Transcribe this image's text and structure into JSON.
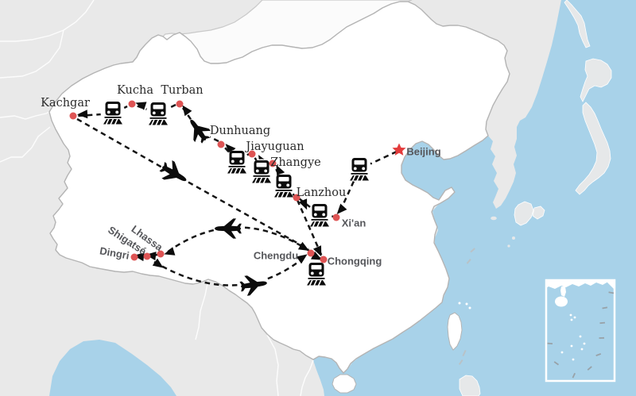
{
  "map": {
    "region": "China travel itinerary map",
    "cities": [
      {
        "name": "Beijing",
        "marker": "star"
      },
      {
        "name": "Xi'an",
        "marker": "dot"
      },
      {
        "name": "Lanzhou",
        "marker": "dot"
      },
      {
        "name": "Zhangye",
        "marker": "dot"
      },
      {
        "name": "Jiayuguan",
        "marker": "dot"
      },
      {
        "name": "Dunhuang",
        "marker": "dot"
      },
      {
        "name": "Turban",
        "marker": "dot"
      },
      {
        "name": "Kucha",
        "marker": "dot"
      },
      {
        "name": "Kachgar",
        "marker": "dot"
      },
      {
        "name": "Chengdu",
        "marker": "dot"
      },
      {
        "name": "Chongqing",
        "marker": "dot"
      },
      {
        "name": "Lhassa",
        "marker": "dot"
      },
      {
        "name": "Shigatsé",
        "marker": "dot"
      },
      {
        "name": "Dingri",
        "marker": "dot"
      }
    ],
    "routes": [
      {
        "from": "Beijing",
        "to": "Xi'an",
        "mode": "train"
      },
      {
        "from": "Xi'an",
        "to": "Lanzhou",
        "mode": "train"
      },
      {
        "from": "Lanzhou",
        "to": "Zhangye",
        "mode": "train"
      },
      {
        "from": "Zhangye",
        "to": "Jiayuguan",
        "mode": "train"
      },
      {
        "from": "Jiayuguan",
        "to": "Dunhuang",
        "mode": "train"
      },
      {
        "from": "Dunhuang",
        "to": "Turban",
        "mode": "flight"
      },
      {
        "from": "Turban",
        "to": "Kucha",
        "mode": "train"
      },
      {
        "from": "Kucha",
        "to": "Kachgar",
        "mode": "train"
      },
      {
        "from": "Kachgar",
        "to": "Chengdu",
        "mode": "flight"
      },
      {
        "from": "Lanzhou",
        "to": "Chongqing",
        "mode": "train"
      },
      {
        "from": "Chengdu",
        "to": "Lhassa",
        "mode": "flight"
      },
      {
        "from": "Lhassa",
        "to": "Shigatsé",
        "mode": "overland"
      },
      {
        "from": "Shigatsé",
        "to": "Dingri",
        "mode": "overland"
      },
      {
        "from": "Lhassa",
        "to": "Chengdu",
        "mode": "flight"
      },
      {
        "from": "Chengdu",
        "to": "Chongqing",
        "mode": "train"
      }
    ],
    "icons": [
      "train-icon",
      "plane-icon",
      "arrow-icon",
      "star-icon",
      "city-dot-icon"
    ],
    "colors": {
      "sea": "#a8d2e9",
      "neighbor_land": "#e9e9e9",
      "china_fill": "#ffffff",
      "china_border": "#b4b4b4",
      "route": "#151515",
      "city_dot": "#de5454",
      "beijing_star": "#e33c3c",
      "label_serif": "#2b2b2b",
      "label_sans": "#56575b"
    }
  }
}
